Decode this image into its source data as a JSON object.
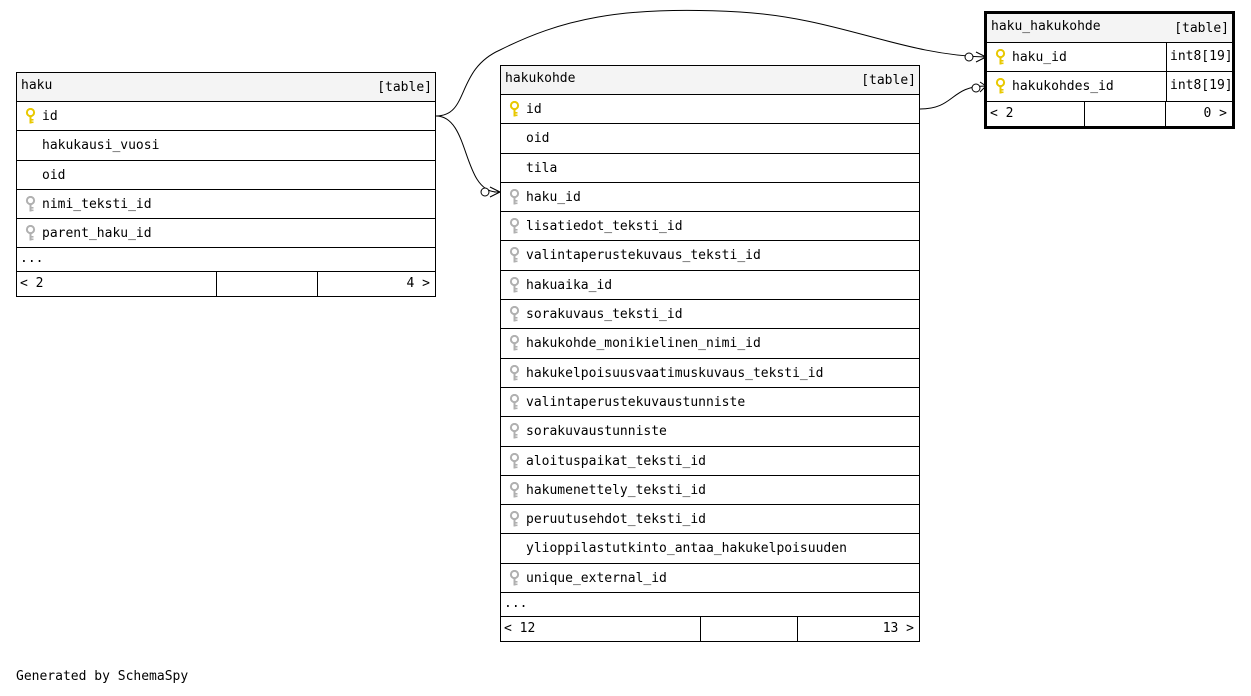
{
  "tables": {
    "haku": {
      "name": "haku",
      "type": "[table]",
      "columns": [
        {
          "name": "id",
          "key": "primary"
        },
        {
          "name": "hakukausi_vuosi",
          "key": "none"
        },
        {
          "name": "oid",
          "key": "none"
        },
        {
          "name": "nimi_teksti_id",
          "key": "foreign"
        },
        {
          "name": "parent_haku_id",
          "key": "foreign"
        }
      ],
      "more": "...",
      "parents": "< 2",
      "children": "4 >"
    },
    "hakukohde": {
      "name": "hakukohde",
      "type": "[table]",
      "columns": [
        {
          "name": "id",
          "key": "primary"
        },
        {
          "name": "oid",
          "key": "none"
        },
        {
          "name": "tila",
          "key": "none"
        },
        {
          "name": "haku_id",
          "key": "foreign"
        },
        {
          "name": "lisatiedot_teksti_id",
          "key": "foreign"
        },
        {
          "name": "valintaperustekuvaus_teksti_id",
          "key": "foreign"
        },
        {
          "name": "hakuaika_id",
          "key": "foreign"
        },
        {
          "name": "sorakuvaus_teksti_id",
          "key": "foreign"
        },
        {
          "name": "hakukohde_monikielinen_nimi_id",
          "key": "foreign"
        },
        {
          "name": "hakukelpoisuusvaatimuskuvaus_teksti_id",
          "key": "foreign"
        },
        {
          "name": "valintaperustekuvaustunniste",
          "key": "foreign"
        },
        {
          "name": "sorakuvaustunniste",
          "key": "foreign"
        },
        {
          "name": "aloituspaikat_teksti_id",
          "key": "foreign"
        },
        {
          "name": "hakumenettely_teksti_id",
          "key": "foreign"
        },
        {
          "name": "peruutusehdot_teksti_id",
          "key": "foreign"
        },
        {
          "name": "ylioppilastutkinto_antaa_hakukelpoisuuden",
          "key": "none"
        },
        {
          "name": "unique_external_id",
          "key": "foreign"
        }
      ],
      "more": "...",
      "parents": "< 12",
      "children": "13 >"
    },
    "haku_hakukohde": {
      "name": "haku_hakukohde",
      "type": "[table]",
      "columns": [
        {
          "name": "haku_id",
          "key": "primary",
          "dtype": "int8[19]"
        },
        {
          "name": "hakukohdes_id",
          "key": "primary",
          "dtype": "int8[19]"
        }
      ],
      "parents": "< 2",
      "children": "0 >"
    }
  },
  "colors": {
    "primary_key": "#e8c800",
    "foreign_key": "#b0b0b0",
    "header_bg": "#f4f4f4"
  },
  "footer": "Generated by SchemaSpy"
}
